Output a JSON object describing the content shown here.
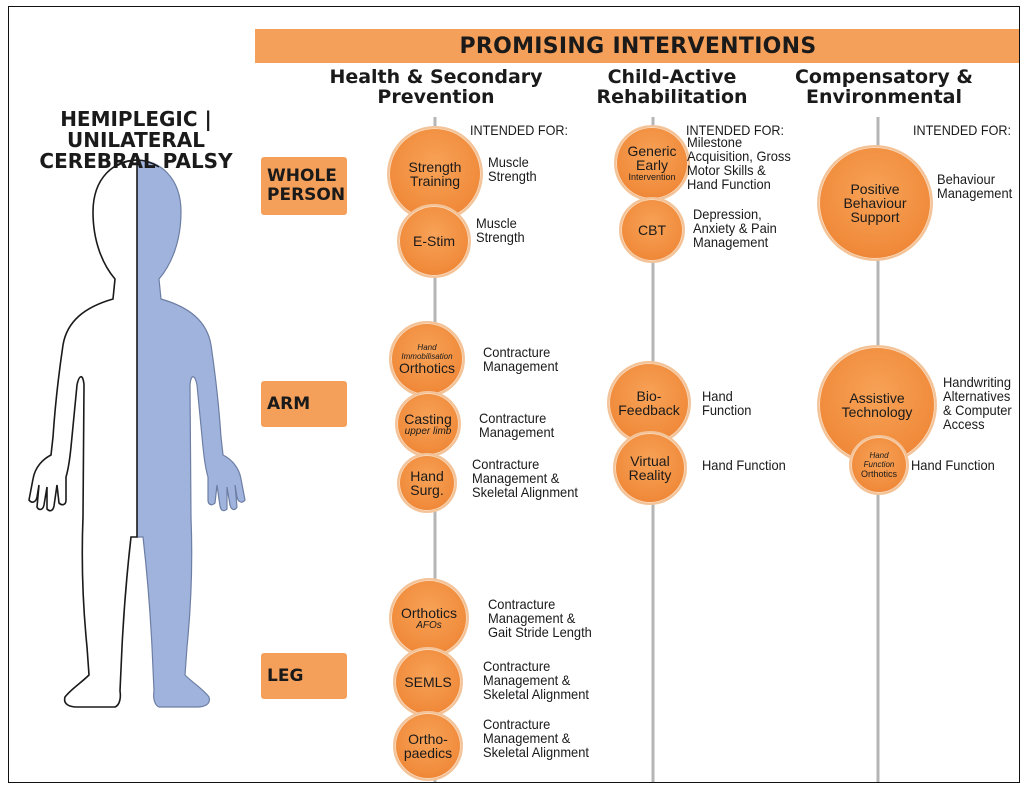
{
  "banner": "PROMISING INTERVENTIONS",
  "title": "HEMIPLEGIC | UNILATERAL CEREBRAL PALSY",
  "columns": {
    "health": "Health & Secondary\nPrevention",
    "child": "Child-Active\nRehabilitation",
    "comp": "Compensatory &\nEnvironmental"
  },
  "rows": {
    "whole": "WHOLE\nPERSON",
    "arm": "ARM",
    "leg": "LEG"
  },
  "intended_for": "INTENDED FOR:",
  "colors": {
    "orange": "#f08a3a",
    "banner": "#f5a05a",
    "affected_side": "#9fb3dd",
    "line": "#b5b5b5"
  },
  "interventions": {
    "strength": {
      "name": "Strength\nTraining",
      "desc": "Muscle\nStrength"
    },
    "estim": {
      "name": "E-Stim",
      "desc": "Muscle\nStrength"
    },
    "generic": {
      "name1": "Generic\nEarly",
      "name2": "Intervention",
      "desc": "Milestone\nAcquisition, Gross\nMotor Skills &\nHand Function"
    },
    "cbt": {
      "name": "CBT",
      "desc": "Depression,\nAnxiety & Pain\nManagement"
    },
    "pbs": {
      "name": "Positive\nBehaviour\nSupport",
      "desc": "Behaviour\nManagement"
    },
    "hand_orth": {
      "pre": "Hand\nImmobilisation",
      "name": "Orthotics",
      "desc": "Contracture\nManagement"
    },
    "casting": {
      "name": "Casting",
      "sub": "upper limb",
      "desc": "Contracture\nManagement"
    },
    "hand_surg": {
      "name": "Hand\nSurg.",
      "desc": "Contracture\nManagement &\nSkeletal Alignment"
    },
    "biofeedback": {
      "name": "Bio-\nFeedback",
      "desc": "Hand\nFunction"
    },
    "vr": {
      "name": "Virtual\nReality",
      "desc": "Hand Function"
    },
    "assistive": {
      "name": "Assistive\nTechnology",
      "desc": "Handwriting\nAlternatives\n& Computer\nAccess"
    },
    "hf_orth": {
      "pre": "Hand\nFunction",
      "name": "Orthotics",
      "desc": "Hand Function"
    },
    "afo": {
      "name": "Orthotics",
      "sub": "AFOs",
      "desc": "Contracture\nManagement &\nGait Stride Length"
    },
    "semls": {
      "name": "SEMLS",
      "desc": "Contracture\nManagement &\nSkeletal Alignment"
    },
    "ortho": {
      "name": "Ortho-\npaedics",
      "desc": "Contracture\nManagement &\nSkeletal Alignment"
    }
  }
}
